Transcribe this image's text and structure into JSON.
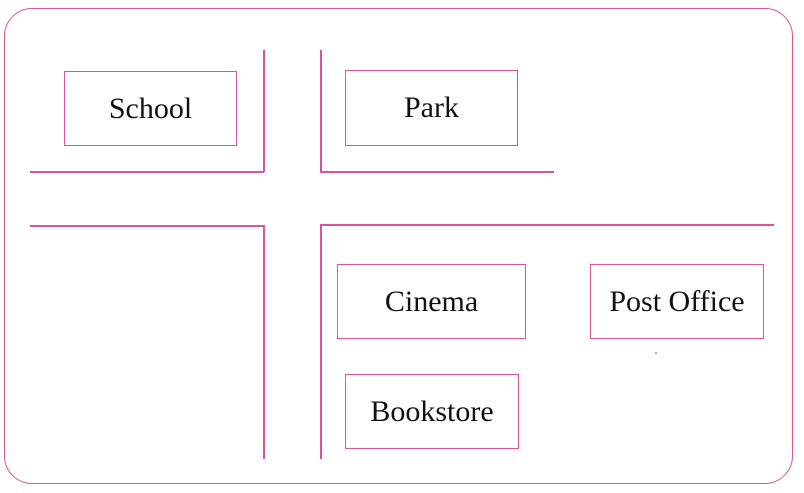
{
  "map": {
    "places": {
      "school": "School",
      "park": "Park",
      "cinema": "Cinema",
      "post_office": "Post Office",
      "bookstore": "Bookstore"
    },
    "colors": {
      "line": "#d6559b",
      "text": "#111111",
      "background": "#ffffff"
    }
  }
}
